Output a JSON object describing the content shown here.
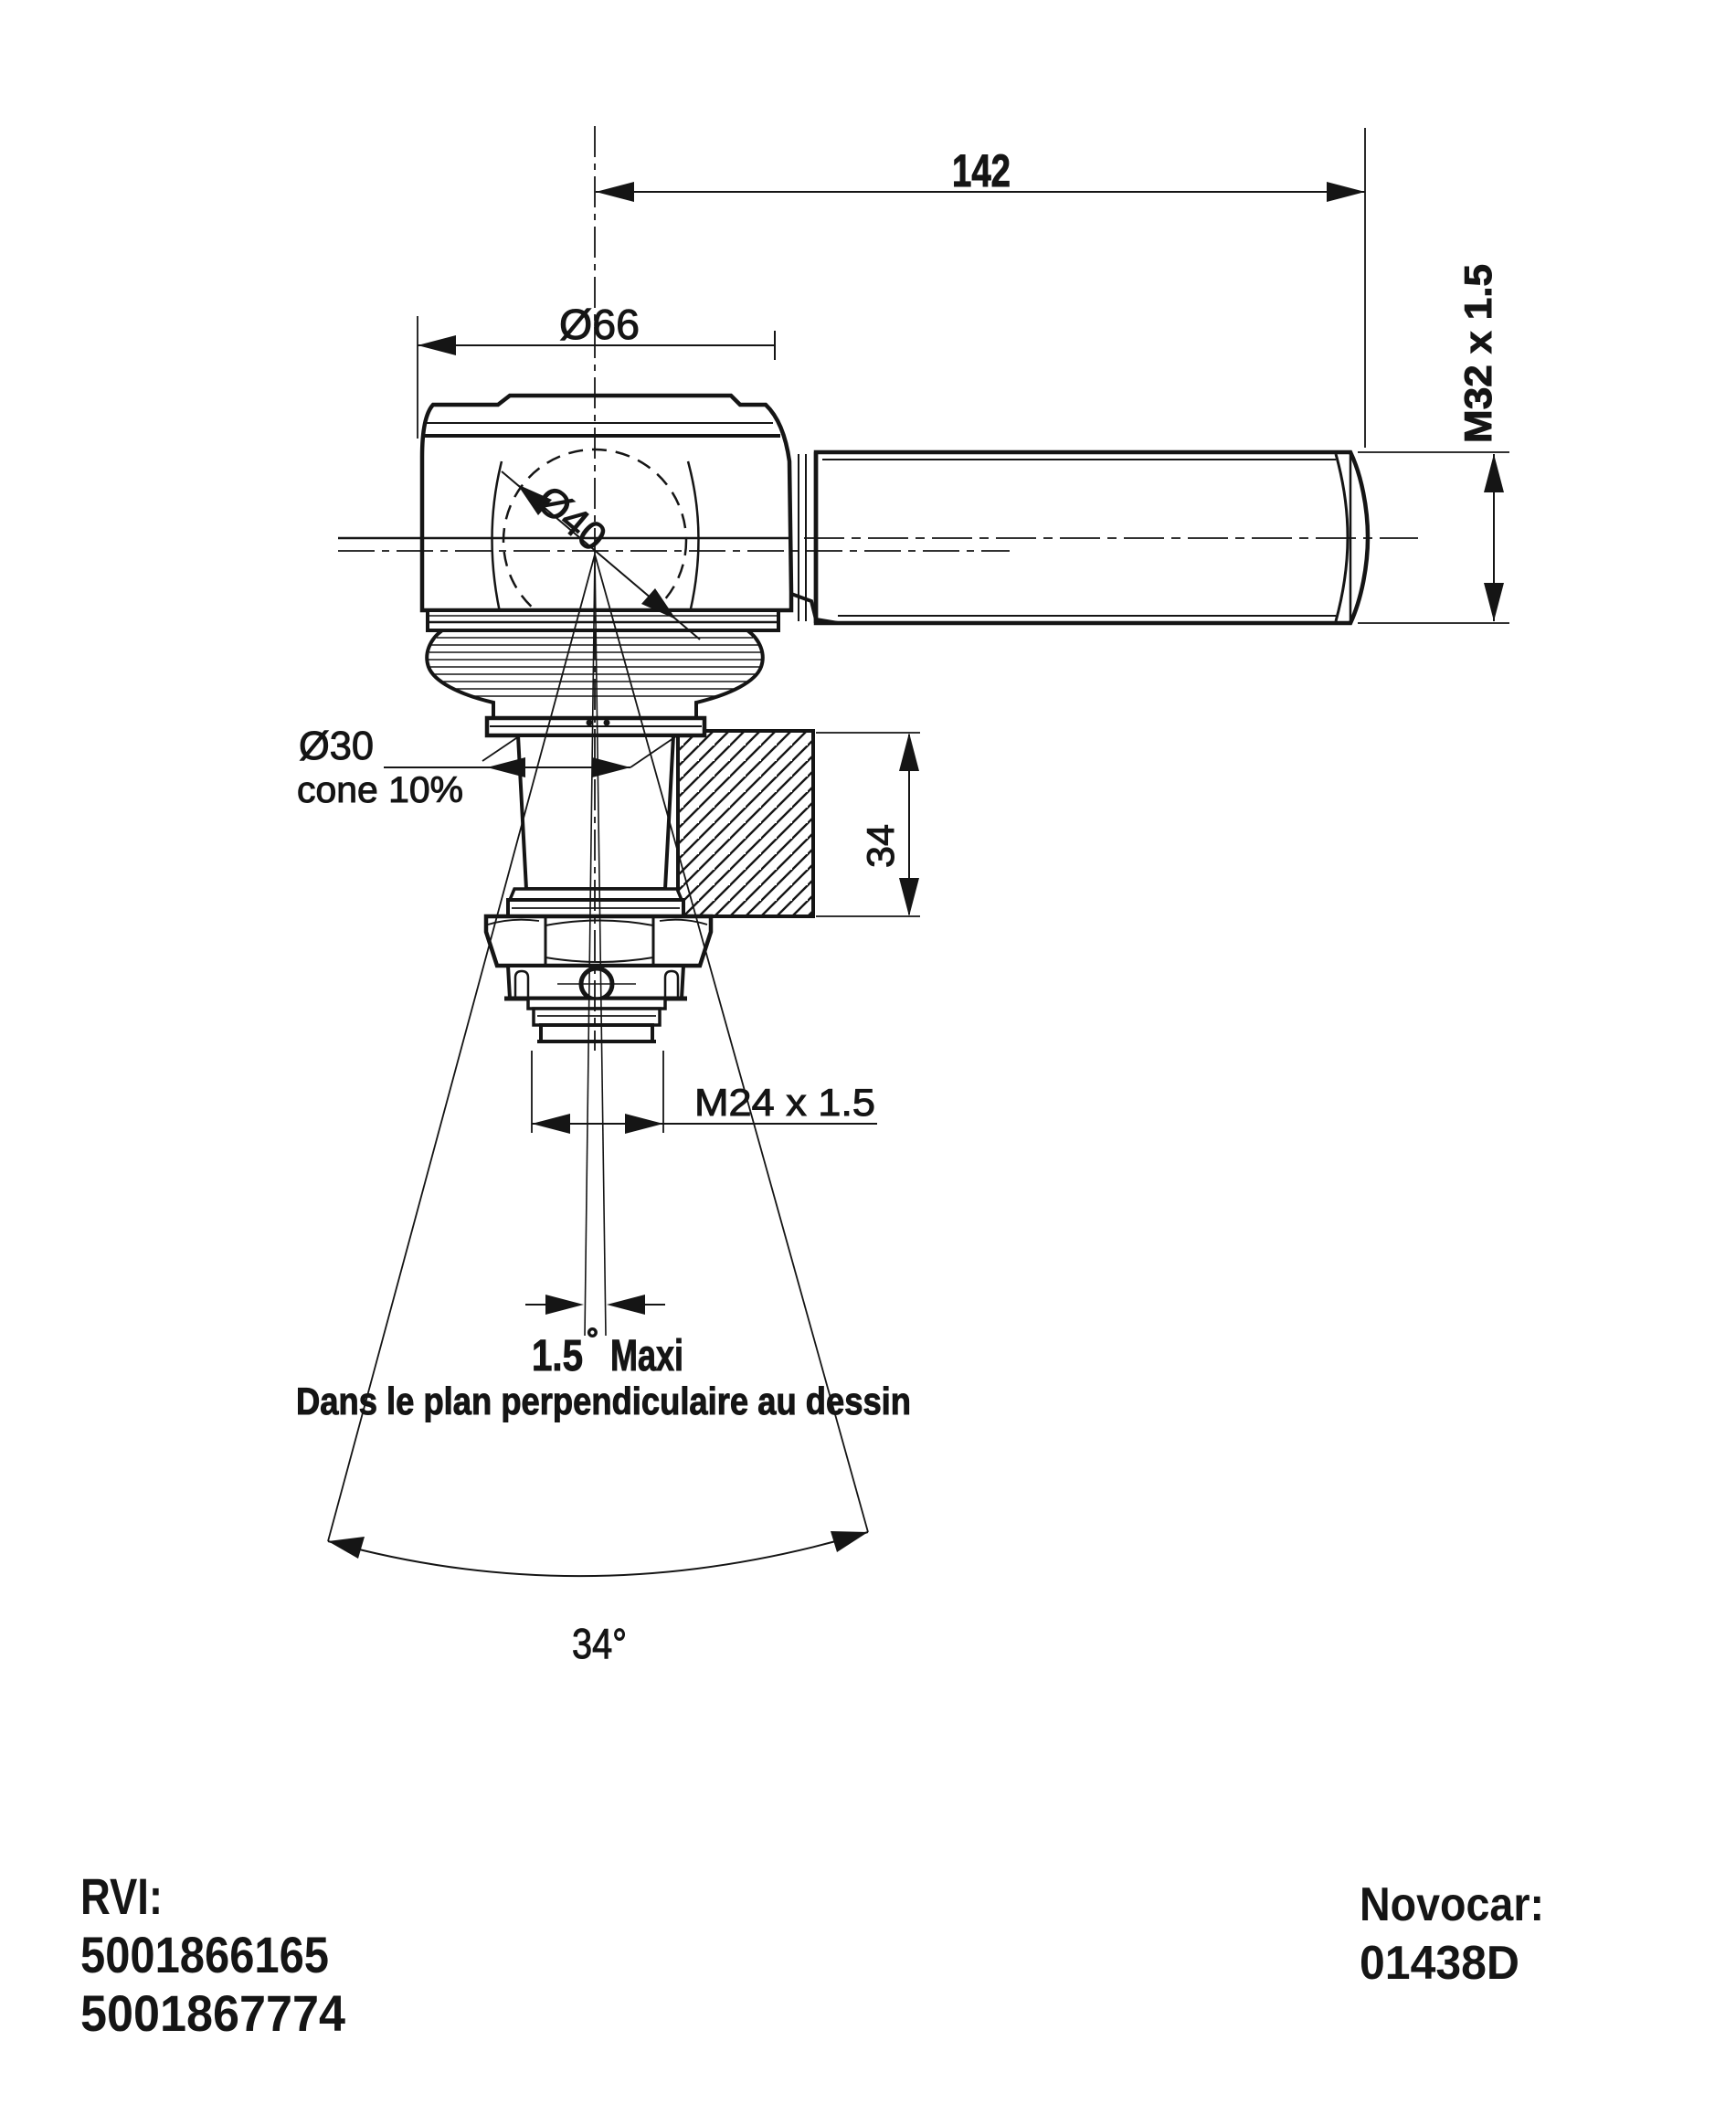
{
  "drawing_title": "ball-joint-tie-rod-end-technical-drawing",
  "dims": {
    "length_142": "142",
    "dia_66": "Ø66",
    "thread_m32": "M32 x 1.5",
    "dia_40": "Ø40",
    "dia_30": "Ø30",
    "cone_10": "cone 10%",
    "width_34": "34",
    "thread_m24": "M24 x 1.5",
    "angle_1_5": "1.5",
    "degree": "°",
    "maxi_label": "Maxi",
    "plane_note": "Dans le plan perpendiculaire au dessin",
    "angle_34": "34°"
  },
  "footer": {
    "rvi_label": "RVI:",
    "rvi_part_1": "5001866165",
    "rvi_part_2": "5001867774",
    "novocar_label": "Novocar:",
    "novocar_part": "01438D"
  },
  "colors": {
    "ink": "#151515",
    "paper": "#ffffff"
  }
}
